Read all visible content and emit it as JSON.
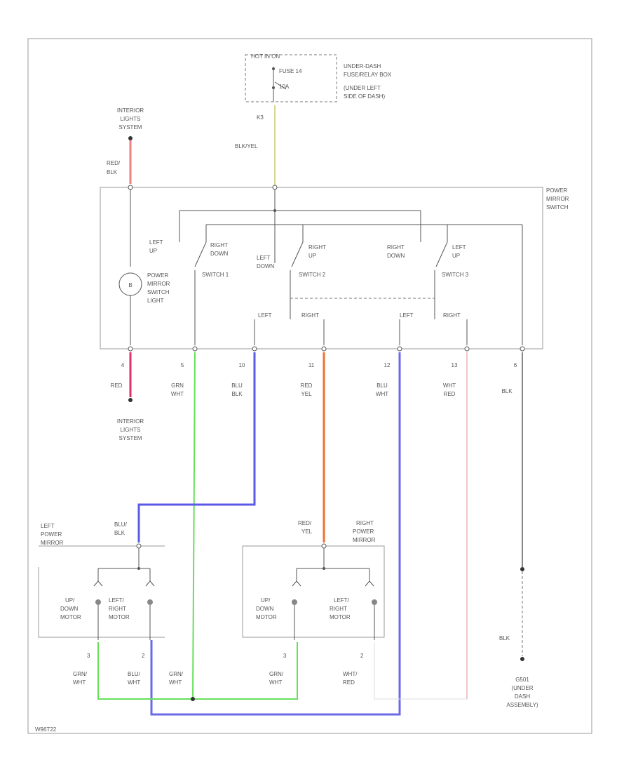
{
  "power": {
    "hot": "HOT IN ON",
    "fuse": "FUSE 14",
    "amps": "10A",
    "box_lines": [
      "UNDER-DASH",
      "FUSE/RELAY BOX",
      "(UNDER LEFT",
      "SIDE OF DASH)"
    ],
    "pin": "K3",
    "wire": "BLK/YEL"
  },
  "interior_top": {
    "lines": [
      "INTERIOR",
      "LIGHTS",
      "SYSTEM"
    ],
    "wire": [
      "RED/",
      "BLK"
    ]
  },
  "switch_assembly": {
    "title": [
      "POWER",
      "MIRROR",
      "SWITCH"
    ]
  },
  "light": {
    "symbol": "B",
    "label": [
      "POWER",
      "MIRROR",
      "SWITCH",
      "LIGHT"
    ]
  },
  "switch1": {
    "name": "SWITCH 1",
    "left_label": [
      "LEFT",
      "UP"
    ],
    "right_label": [
      "RIGHT",
      "DOWN"
    ]
  },
  "switch2": {
    "name": "SWITCH 2",
    "left_label": [
      "LEFT",
      "DOWN"
    ],
    "right_label": [
      "RIGHT",
      "UP"
    ]
  },
  "switch3": {
    "name": "SWITCH 3",
    "left_label": [
      "RIGHT",
      "DOWN"
    ],
    "right_label": [
      "LEFT",
      "UP"
    ]
  },
  "selector": {
    "left": "LEFT",
    "right": "RIGHT"
  },
  "pins": [
    {
      "num": "4",
      "wire": [
        "RED"
      ]
    },
    {
      "num": "5",
      "wire": [
        "GRN",
        "WHT"
      ]
    },
    {
      "num": "10",
      "wire": [
        "BLU",
        "BLK"
      ]
    },
    {
      "num": "11",
      "wire": [
        "RED",
        "YEL"
      ]
    },
    {
      "num": "12",
      "wire": [
        "BLU",
        "WHT"
      ]
    },
    {
      "num": "13",
      "wire": [
        "WHT",
        "RED"
      ]
    },
    {
      "num": "6",
      "wire": [
        "BLK"
      ]
    }
  ],
  "interior_bottom": {
    "lines": [
      "INTERIOR",
      "LIGHTS",
      "SYSTEM"
    ]
  },
  "left_mirror": {
    "title": [
      "LEFT",
      "POWER",
      "MIRROR"
    ],
    "wire_in": [
      "BLU/",
      "BLK"
    ],
    "motor_a": [
      "UP/",
      "DOWN",
      "MOTOR"
    ],
    "motor_b": [
      "LEFT/",
      "RIGHT",
      "MOTOR"
    ],
    "pin_a": "3",
    "pin_b": "2",
    "wire_a": [
      "GRN/",
      "WHT"
    ],
    "wire_b": [
      "BLU/",
      "WHT"
    ]
  },
  "right_mirror": {
    "title": [
      "RIGHT",
      "POWER",
      "MIRROR"
    ],
    "wire_in": [
      "RED/",
      "YEL"
    ],
    "motor_a": [
      "UP/",
      "DOWN",
      "MOTOR"
    ],
    "motor_b": [
      "LEFT/",
      "RIGHT",
      "MOTOR"
    ],
    "pin_a": "3",
    "pin_b": "2",
    "wire_a": [
      "GRN/",
      "WHT"
    ],
    "wire_b": [
      "WHT/",
      "RED"
    ]
  },
  "mid_wire": [
    "GRN/",
    "WHT"
  ],
  "ground": {
    "wire": "BLK",
    "lines": [
      "G501",
      "(UNDER",
      "DASH",
      "ASSEMBLY)"
    ]
  },
  "footer": "W96T22",
  "colors": {
    "red_blk": "#f08080",
    "red": "#e0306a",
    "blk_yel": "#d4d88a",
    "grn_wht": "#66e05a",
    "blu_blk": "#5a5ae6",
    "red_yel": "#f07030",
    "blu_wht": "#6a6ae6",
    "wht_red": "#f0b0b0",
    "blk": "#888888",
    "wht_red_light": "#dddddd"
  }
}
